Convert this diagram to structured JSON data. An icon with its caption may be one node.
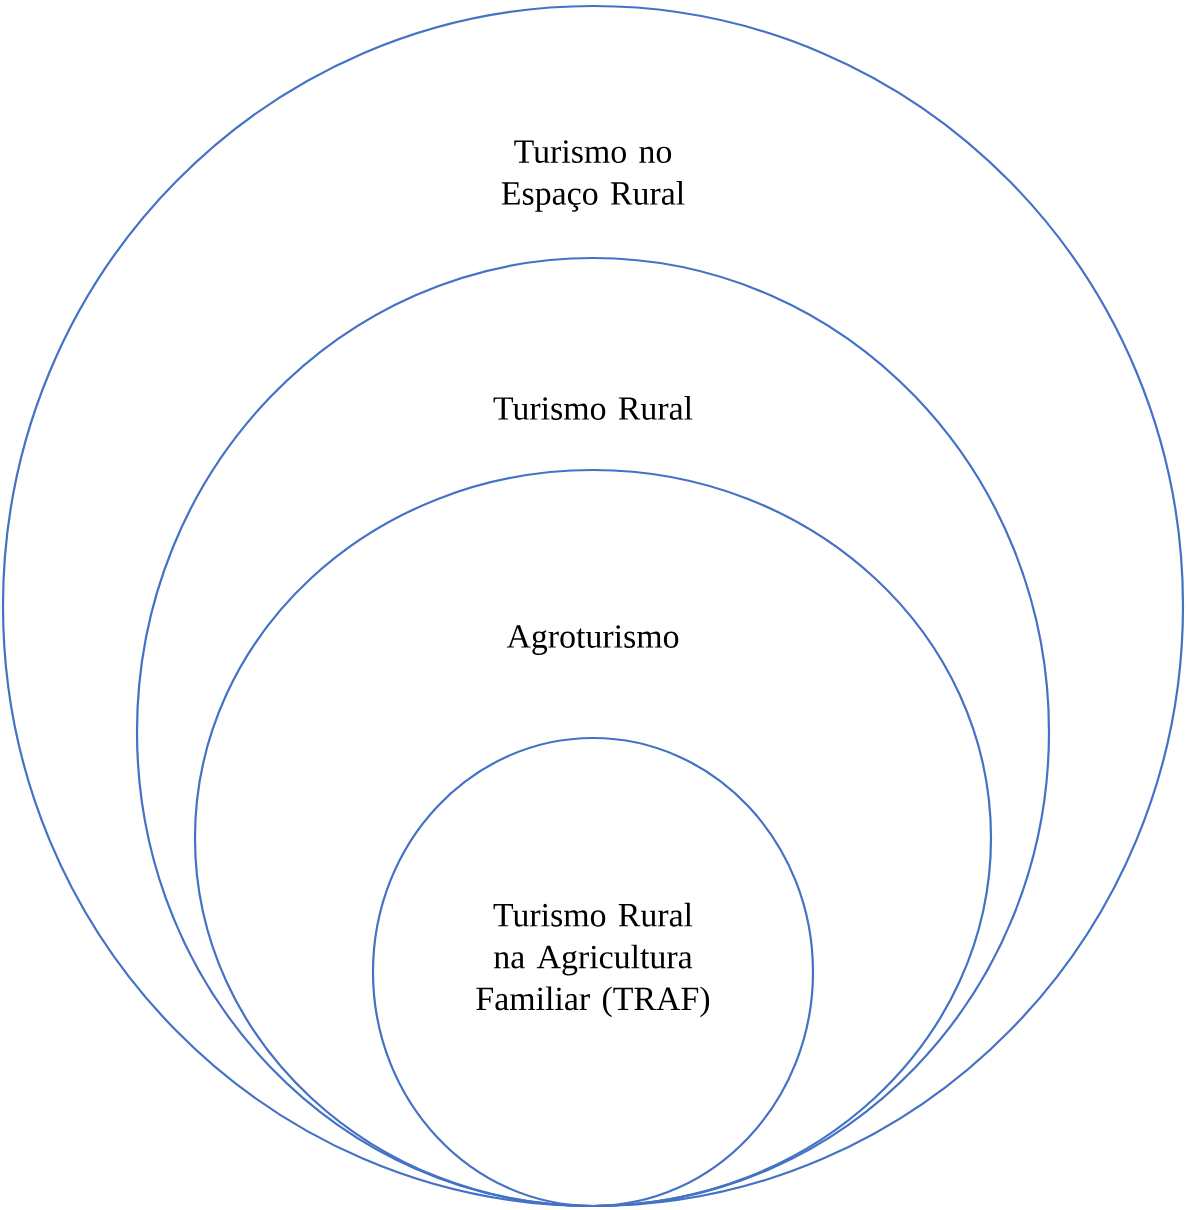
{
  "diagram": {
    "nodes": [
      {
        "text": [
          "Turismo no Espaço Rural"
        ]
      },
      {
        "text": [
          "Turismo Rural"
        ],
        "in": 0
      },
      {
        "text": [
          "Agroturismo"
        ],
        "in": 1
      },
      {
        "text": [
          "Turismo Rural na Agricultura Familiar (TRAF)"
        ],
        "in": 2
      }
    ]
  }
}
